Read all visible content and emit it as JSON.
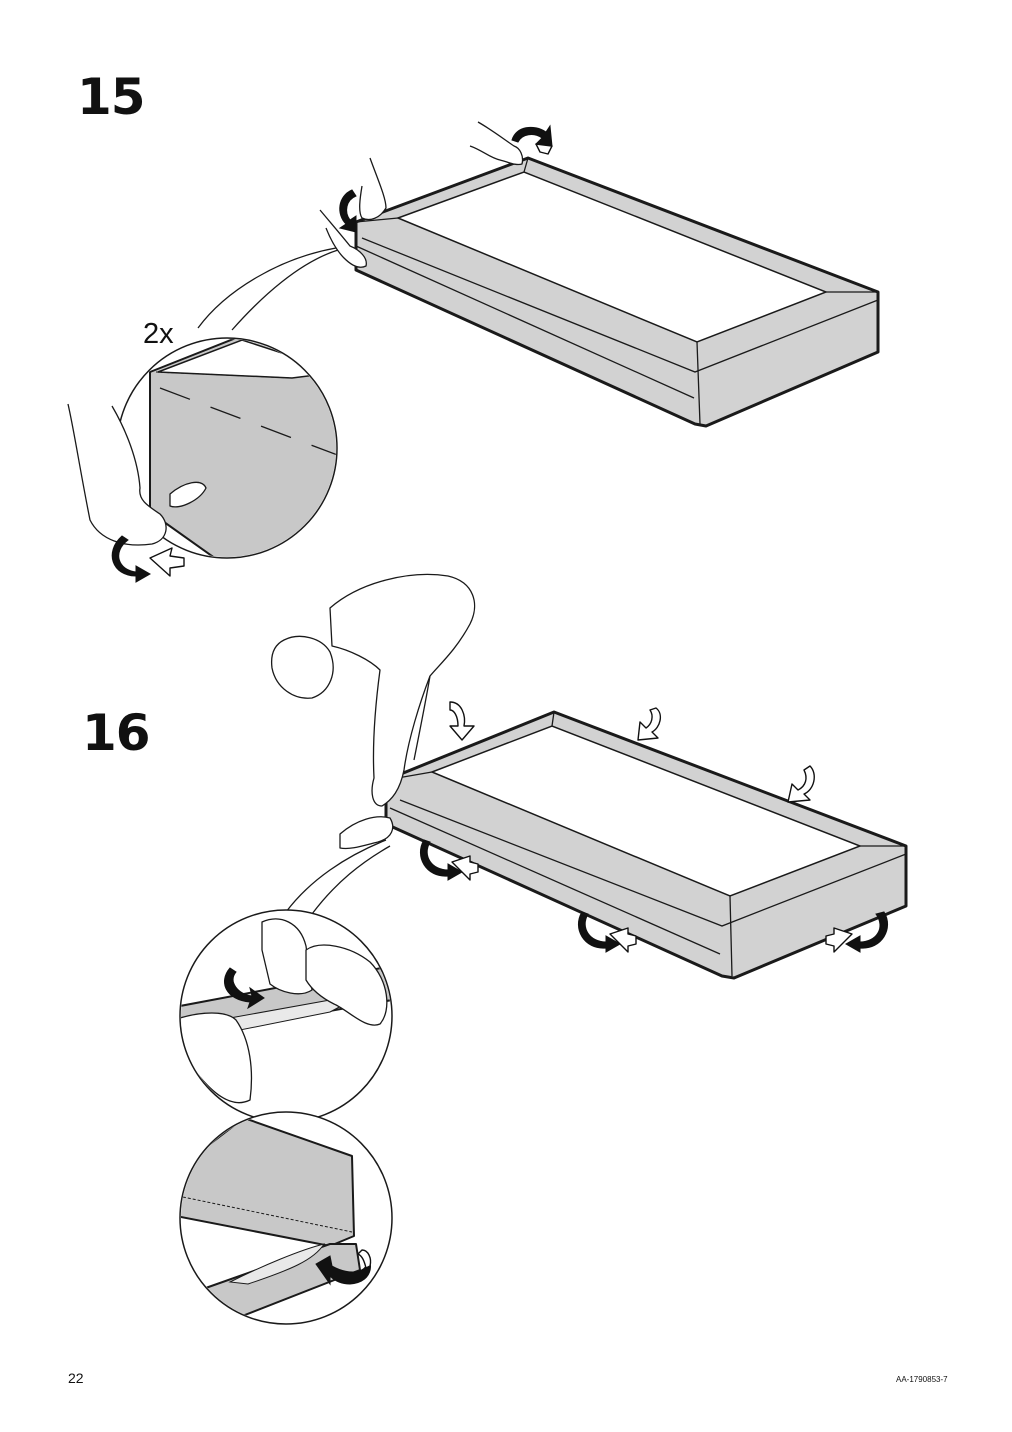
{
  "steps": [
    {
      "number": "15",
      "multiplier": "2x"
    },
    {
      "number": "16"
    }
  ],
  "footer": {
    "page_number": "22",
    "document_code": "AA-1790853-7"
  },
  "colors": {
    "fabric": "#d2d2d2",
    "line": "#1a1a1a",
    "paper": "#ffffff"
  },
  "icons": [
    "arrow-rotate-icon",
    "curved-arrow-icon"
  ]
}
